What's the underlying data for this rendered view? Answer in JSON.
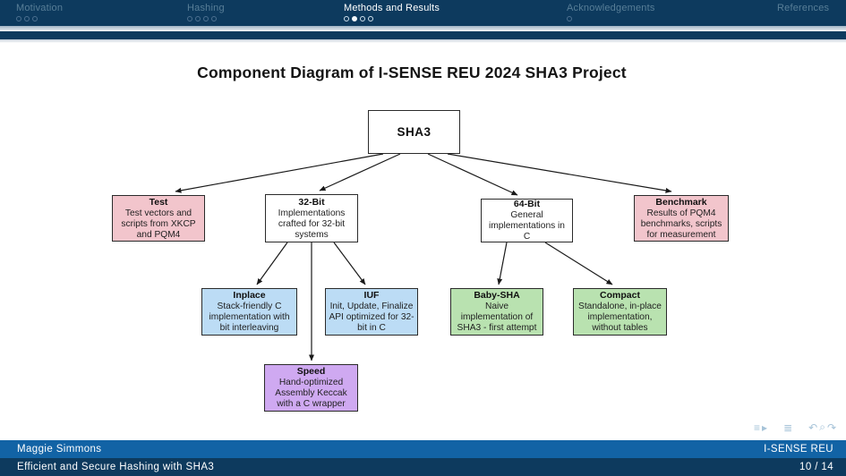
{
  "header": {
    "sections": [
      {
        "label": "Motivation",
        "active": false,
        "dots": [
          0,
          0,
          0
        ]
      },
      {
        "label": "Hashing",
        "active": false,
        "dots": [
          0,
          0,
          0,
          0
        ]
      },
      {
        "label": "Methods and Results",
        "active": true,
        "dots": [
          0,
          1,
          0,
          0
        ]
      },
      {
        "label": "Acknowledgements",
        "active": false,
        "dots": [
          0
        ]
      },
      {
        "label": "References",
        "active": false,
        "dots": []
      }
    ]
  },
  "slide": {
    "title": "Component Diagram of I-SENSE REU 2024 SHA3 Project"
  },
  "diagram": {
    "nodes": [
      {
        "id": "sha3",
        "title": "SHA3",
        "body": "",
        "color": "#ffffff"
      },
      {
        "id": "test",
        "title": "Test",
        "body": "Test vectors and scripts from XKCP and PQM4",
        "color": "#f2c5cc"
      },
      {
        "id": "bit32",
        "title": "32-Bit",
        "body": "Implementations crafted for 32-bit systems",
        "color": "#ffffff"
      },
      {
        "id": "bit64",
        "title": "64-Bit",
        "body": "General implementations in C",
        "color": "#ffffff"
      },
      {
        "id": "benchmark",
        "title": "Benchmark",
        "body": "Results of PQM4 benchmarks, scripts for measurement",
        "color": "#f2c5cc"
      },
      {
        "id": "inplace",
        "title": "Inplace",
        "body": "Stack-friendly C implementation with bit interleaving",
        "color": "#bcdcf5"
      },
      {
        "id": "iuf",
        "title": "IUF",
        "body": "Init, Update, Finalize API optimized for 32-bit in C",
        "color": "#bcdcf5"
      },
      {
        "id": "babysha",
        "title": "Baby-SHA",
        "body": "Naive implementation of SHA3 - first attempt",
        "color": "#b9e2b0"
      },
      {
        "id": "compact",
        "title": "Compact",
        "body": "Standalone, in-place implementation, without tables",
        "color": "#b9e2b0"
      },
      {
        "id": "speed",
        "title": "Speed",
        "body": "Hand-optimized Assembly Keccak with a C wrapper",
        "color": "#cfa9f1"
      }
    ]
  },
  "nav_icons": [
    {
      "name": "prev-slide-icon",
      "glyph": "≡"
    },
    {
      "name": "next-slide-icon",
      "glyph": "▸"
    },
    {
      "name": "frames-icon",
      "glyph": "≣"
    },
    {
      "name": "back-icon",
      "glyph": "↶"
    },
    {
      "name": "search-icon",
      "glyph": "⌕"
    },
    {
      "name": "forward-icon",
      "glyph": "↷"
    }
  ],
  "footer": {
    "author": "Maggie Simmons",
    "institute": "I-SENSE REU",
    "short_title": "Efficient and Secure Hashing with SHA3",
    "page": "10 / 14"
  },
  "colors": {
    "header_bg": "#0d3a5e",
    "footer_author_bg": "#1263a5",
    "footer_title_bg": "#0d3a5e",
    "active_section_text": "#ffffff",
    "inactive_section_text": "#587e97",
    "nav_icon": "#a6c3d8"
  }
}
